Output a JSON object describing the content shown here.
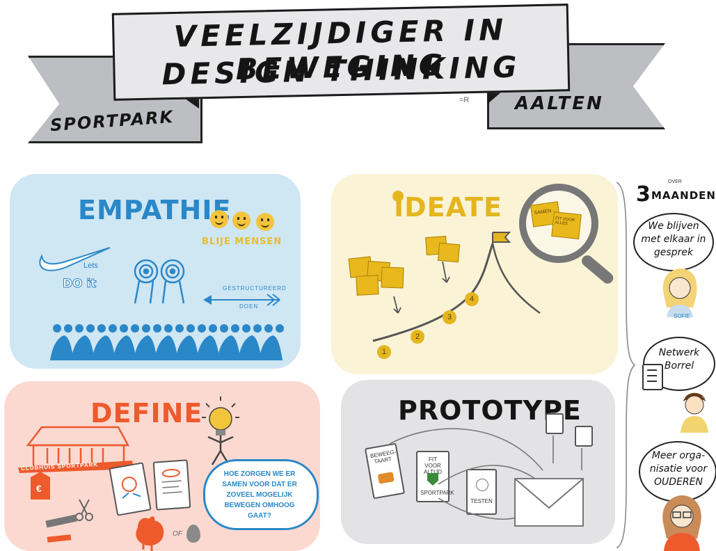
{
  "banner": {
    "line1": "VEELZIJDIGER IN BEWEGING",
    "line2": "DESIGN THINKING",
    "left": "SPORTPARK",
    "right": "AALTEN",
    "signature": "=R"
  },
  "empathie": {
    "title": "EMPATHIE",
    "smiley_caption": "BLIJE MENSEN",
    "nike_line1": "Lets",
    "nike_line2": "DO it",
    "arrow_caption_1": "GESTRUCTUREERD",
    "arrow_caption_2": "DOEN"
  },
  "ideate": {
    "title": "IDEATE",
    "magnifier_note_1": "SAMEN",
    "magnifier_note_2": "FIT VOOR ALLES",
    "steps": [
      "1",
      "2",
      "3",
      "4"
    ]
  },
  "define": {
    "title": "DEFINE",
    "building_label": "CLUBHUIS SPORTPARK",
    "euro": "€",
    "question": "HOE ZORGEN WE ER SAMEN VOOR DAT ER ZOVEEL MOGELIJK BEWEGEN OMHOOG GAAT?",
    "or": "OF"
  },
  "prototype": {
    "title": "PROTOTYPE",
    "card1": "BEWEEG-TAART",
    "card2_top": "FIT VOOR ALTIJD",
    "card2_bottom": "SPORTPARK",
    "card3": "TESTEN"
  },
  "sidebar": {
    "count": "3",
    "over": "OVER",
    "unit": "MAANDEN",
    "bubble1": "We blijven met elkaar in gesprek",
    "bubble2": "Netwerk Borrel",
    "bubble3": "Meer orga-nisatie voor OUDEREN",
    "person1": "SOFIE"
  },
  "colors": {
    "empathie_bg": "#cfe6f3",
    "ideate_bg": "#faf3d6",
    "define_bg": "#fbd9d1",
    "prototype_bg": "#e3e3e5",
    "blue": "#2a87c8",
    "yellow": "#e4b51e",
    "orange": "#ee5a2c",
    "dark": "#151515"
  }
}
